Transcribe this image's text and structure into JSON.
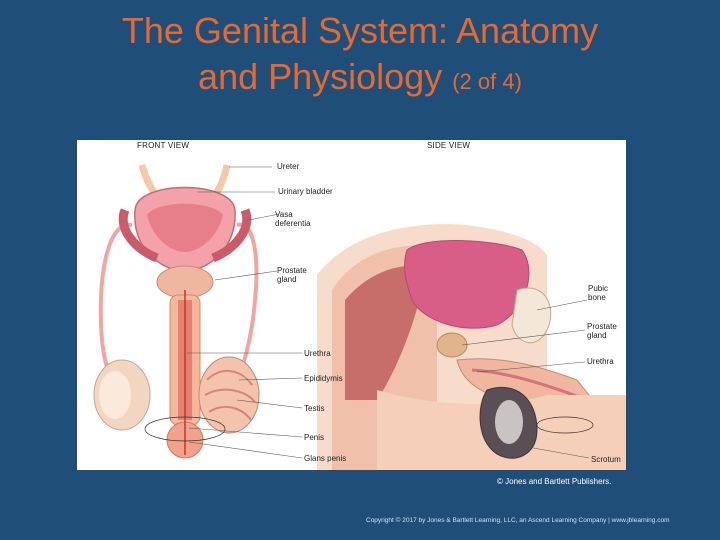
{
  "title": {
    "line1": "The Genital System: Anatomy",
    "line2": "and Physiology",
    "suffix": "(2 of 4)"
  },
  "figure": {
    "front_view": "FRONT VIEW",
    "side_view": "SIDE VIEW",
    "labels_front": {
      "ureter": "Ureter",
      "bladder": "Urinary bladder",
      "vasa": "Vasa\ndeferentia",
      "prostate": "Prostate\ngland",
      "urethra": "Urethra",
      "epididymis": "Epididymis",
      "testis": "Testis",
      "penis": "Penis",
      "glans": "Glans penis"
    },
    "labels_side": {
      "pubic": "Pubic\nbone",
      "prostate": "Prostate\ngland",
      "urethra": "Urethra",
      "scrotum": "Scrotum"
    }
  },
  "credit": "© Jones and Bartlett Publishers.",
  "footer": "Copyright © 2017 by Jones & Bartlett Learning, LLC, an Ascend Learning Company  |  www.jblearning.com"
}
